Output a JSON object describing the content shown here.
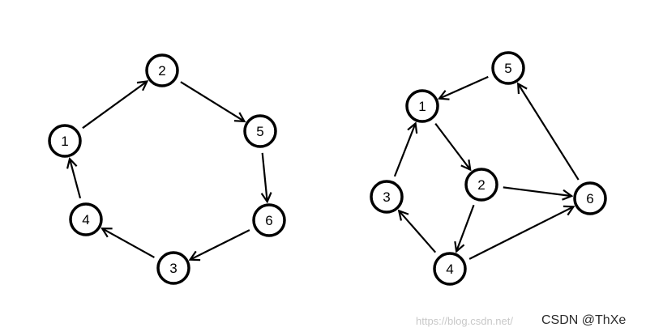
{
  "graphs": [
    {
      "id": "left-graph",
      "nodes": [
        "1",
        "2",
        "5",
        "6",
        "3",
        "4"
      ],
      "edges": [
        [
          "1",
          "2"
        ],
        [
          "2",
          "5"
        ],
        [
          "5",
          "6"
        ],
        [
          "6",
          "3"
        ],
        [
          "3",
          "4"
        ],
        [
          "4",
          "1"
        ]
      ]
    },
    {
      "id": "right-graph",
      "nodes": [
        "5",
        "1",
        "2",
        "3",
        "6",
        "4"
      ],
      "edges": [
        [
          "5",
          "1"
        ],
        [
          "1",
          "2"
        ],
        [
          "2",
          "6"
        ],
        [
          "6",
          "5"
        ],
        [
          "2",
          "4"
        ],
        [
          "4",
          "3"
        ],
        [
          "3",
          "1"
        ],
        [
          "4",
          "6"
        ]
      ]
    }
  ],
  "watermark": {
    "faint": "https://blog.csdn.net/",
    "main": "CSDN @ThXe"
  },
  "colors": {
    "stroke": "#000000",
    "background": "#ffffff",
    "watermark": "#2b2b2b"
  }
}
